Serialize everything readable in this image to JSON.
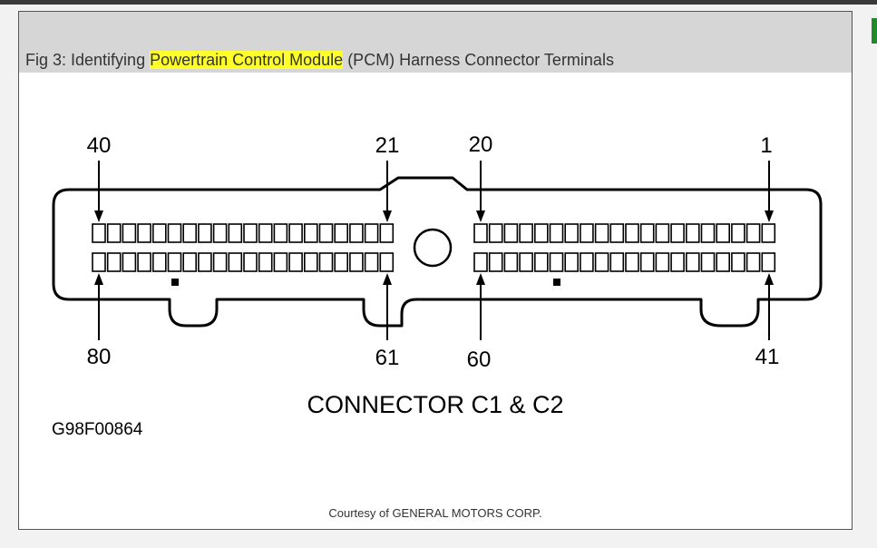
{
  "caption": {
    "prefix": "Fig 3: Identifying ",
    "highlight": "Powertrain Control Module",
    "suffix": " (PCM) Harness Connector Terminals"
  },
  "highlight_color": "#ffff2a",
  "diagram": {
    "left_connector": {
      "top_left_pin": "40",
      "top_right_pin": "21",
      "bottom_left_pin": "80",
      "bottom_right_pin": "61",
      "pins_per_row": 20
    },
    "right_connector": {
      "top_left_pin": "20",
      "top_right_pin": "1",
      "bottom_left_pin": "60",
      "bottom_right_pin": "41",
      "pins_per_row": 20
    },
    "connector_label": "CONNECTOR C1 & C2",
    "figure_code": "G98F00864"
  },
  "courtesy": "Courtesy of GENERAL MOTORS CORP."
}
